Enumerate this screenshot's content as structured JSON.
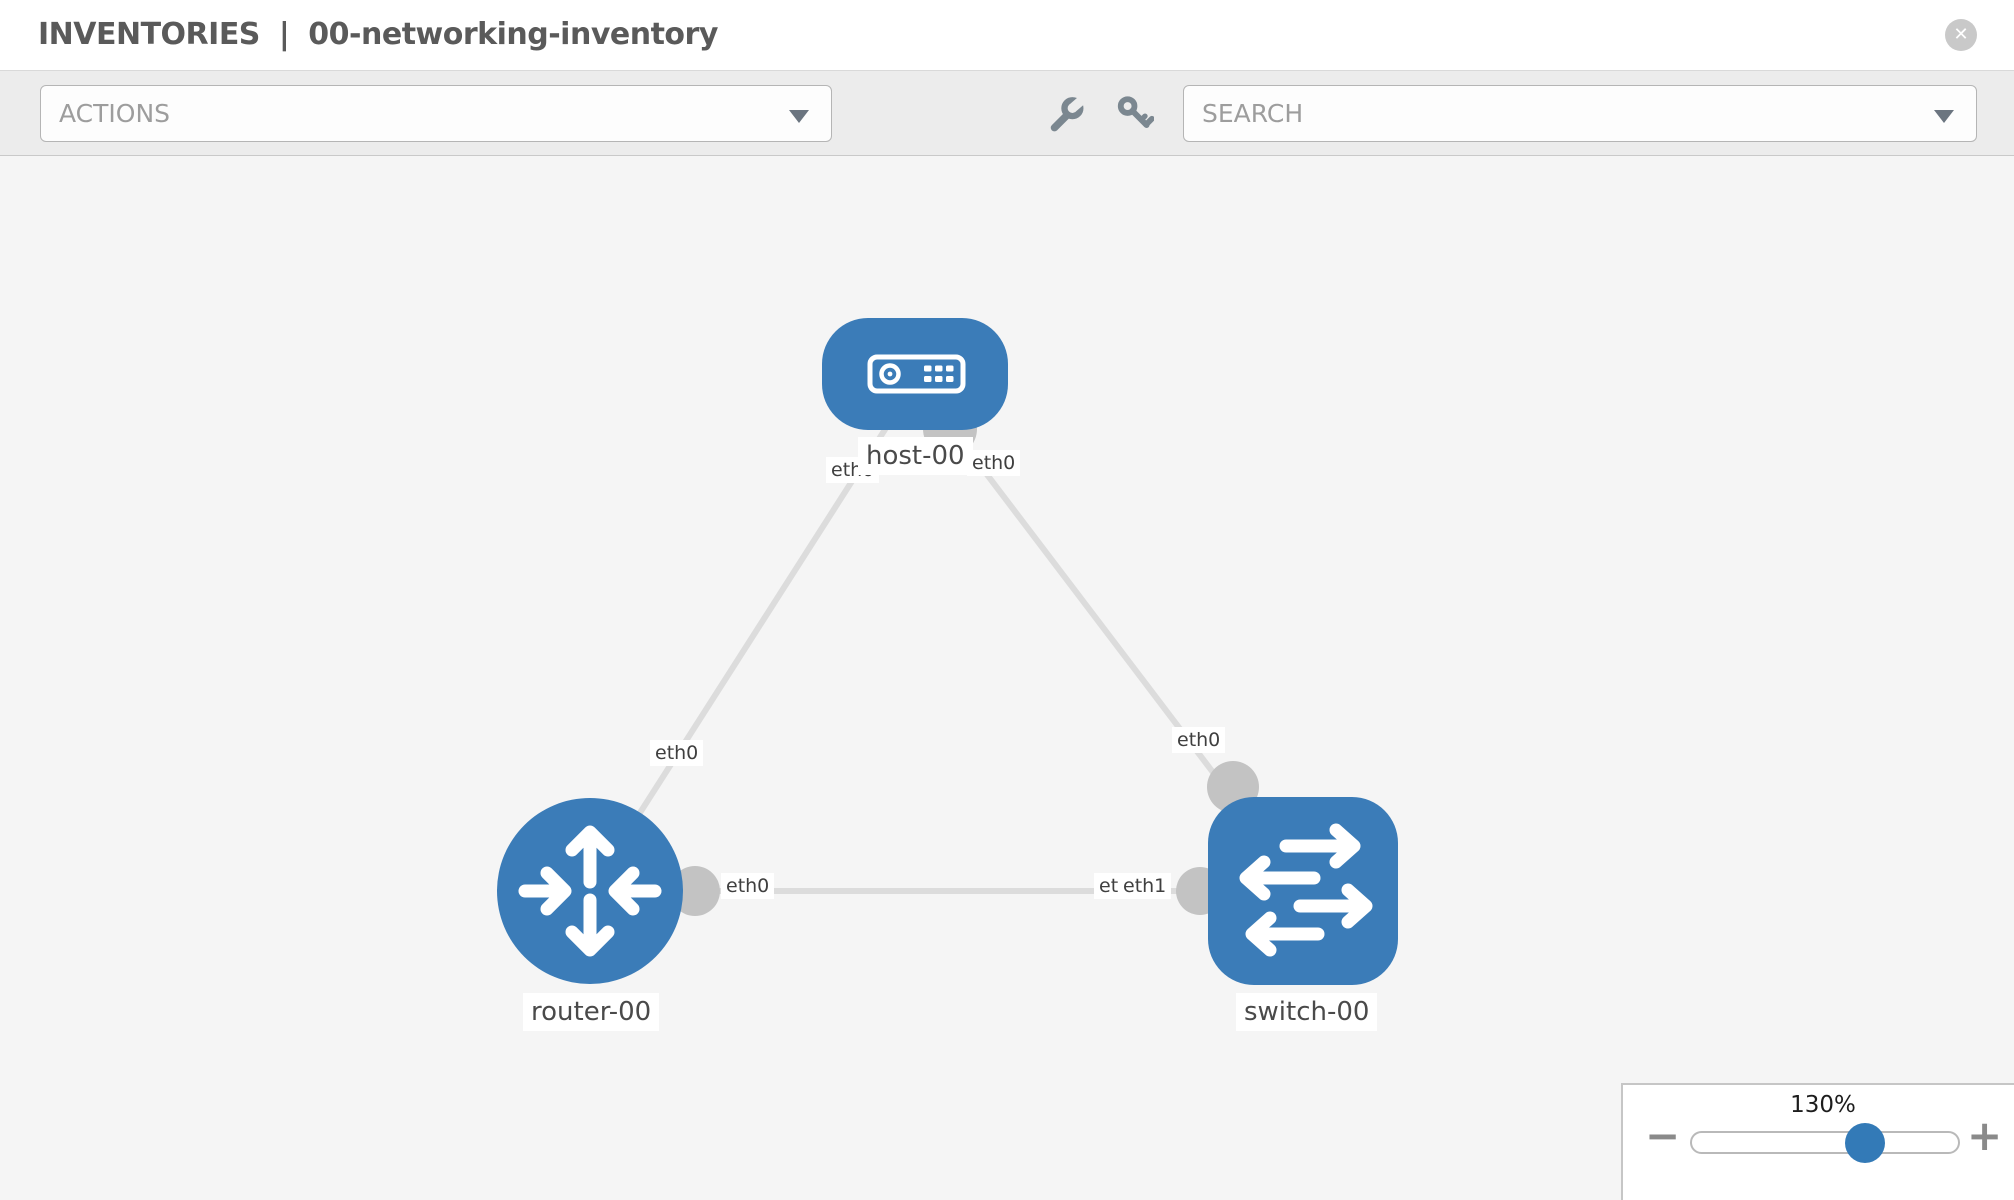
{
  "header": {
    "breadcrumb_section": "INVENTORIES",
    "breadcrumb_separator": "|",
    "breadcrumb_item": "00-networking-inventory",
    "close_glyph": "✕"
  },
  "toolbar": {
    "actions_label": "ACTIONS",
    "search_label": "SEARCH"
  },
  "icons": {
    "wrench": "wrench-icon",
    "key": "key-icon",
    "close": "close-icon",
    "caret": "chevron-down-icon"
  },
  "topology": {
    "nodes": [
      {
        "label": "host-00",
        "type": "host"
      },
      {
        "label": "router-00",
        "type": "router"
      },
      {
        "label": "switch-00",
        "type": "switch"
      }
    ],
    "links": [
      {
        "from": "host-00",
        "to": "router-00",
        "from_iface": "eth0",
        "to_iface": "eth0"
      },
      {
        "from": "host-00",
        "to": "switch-00",
        "from_iface": "eth0",
        "to_iface": "eth0"
      },
      {
        "from": "router-00",
        "to": "switch-00",
        "from_iface": "eth0",
        "to_iface": "eth1"
      }
    ],
    "interfaces": {
      "host_left": "eth0",
      "host_right": "eth0",
      "hr_link_mid": "eth0",
      "hs_link_upper": "eth0",
      "rs_link_router_end": "eth0",
      "rs_link_switch_end_back": "eth0",
      "rs_link_switch_end": "eth1"
    }
  },
  "zoom_control": {
    "level": "130%",
    "minus_glyph": "−",
    "plus_glyph": "+"
  },
  "colors": {
    "node_blue": "#3b7cb8",
    "knob_blue": "#337ab7",
    "link_gray": "#dcdcdc",
    "connector_gray": "#c3c3c3",
    "toolbar_gray": "#ececec",
    "canvas_gray": "#f5f5f5"
  }
}
